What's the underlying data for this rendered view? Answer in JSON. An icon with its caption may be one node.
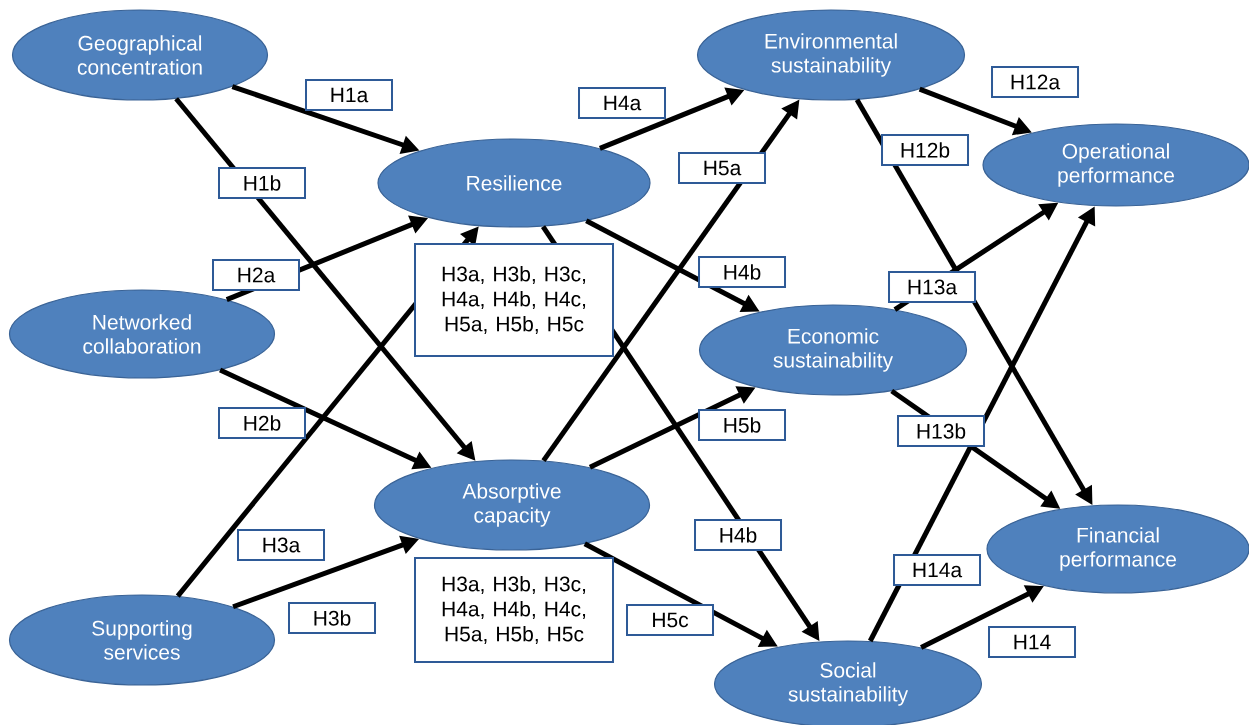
{
  "diagram": {
    "nodes": [
      {
        "text": [
          "Geographical concentration"
        ]
      },
      {
        "text": [
          "Resilience"
        ]
      },
      {
        "text": [
          "Networked collaboration"
        ]
      },
      {
        "text": [
          "Absorptive capacity"
        ]
      },
      {
        "text": [
          "Supporting services"
        ]
      },
      {
        "text": [
          "Environmental sustainability"
        ]
      },
      {
        "text": [
          "Operational performance"
        ]
      },
      {
        "text": [
          "Economic sustainability"
        ]
      },
      {
        "text": [
          "Financial performance"
        ]
      },
      {
        "text": [
          "Social sustainability"
        ]
      }
    ],
    "edges": [
      {
        "from": 0,
        "to": 1,
        "arrow": "to",
        "label": "H1a"
      },
      {
        "from": 0,
        "to": 3,
        "arrow": "to",
        "label": "H1b"
      },
      {
        "from": 2,
        "to": 1,
        "arrow": "to",
        "label": "H2a"
      },
      {
        "from": 2,
        "to": 3,
        "arrow": "to",
        "label": "H2b"
      },
      {
        "from": 4,
        "to": 1,
        "arrow": "to",
        "label": "H3a"
      },
      {
        "from": 4,
        "to": 3,
        "arrow": "to",
        "label": "H3b"
      },
      {
        "from": 1,
        "to": 5,
        "arrow": "to",
        "label": "H4a"
      },
      {
        "from": 1,
        "to": 7,
        "arrow": "to",
        "label": "H4b"
      },
      {
        "from": 1,
        "to": 9,
        "arrow": "to",
        "label": "H4b"
      },
      {
        "from": 3,
        "to": 5,
        "arrow": "to",
        "label": "H5a"
      },
      {
        "from": 3,
        "to": 7,
        "arrow": "to",
        "label": "H5b"
      },
      {
        "from": 3,
        "to": 9,
        "arrow": "to",
        "label": "H5c"
      },
      {
        "from": 5,
        "to": 6,
        "arrow": "to",
        "label": "H12a"
      },
      {
        "from": 5,
        "to": 8,
        "arrow": "to",
        "label": "H12b"
      },
      {
        "from": 7,
        "to": 6,
        "arrow": "to",
        "label": "H13a"
      },
      {
        "from": 7,
        "to": 8,
        "arrow": "to",
        "label": "H13b"
      },
      {
        "from": 9,
        "to": 6,
        "arrow": "to",
        "label": "H14a"
      },
      {
        "from": 9,
        "to": 8,
        "arrow": "to",
        "label": "H14"
      }
    ],
    "labels": [
      "H3a, H3b, H3c, H4a, H4b, H4c, H5a, H5b, H5c",
      "H3a, H3b, H3c, H4a, H4b, H4c, H5a, H5b, H5c"
    ]
  }
}
